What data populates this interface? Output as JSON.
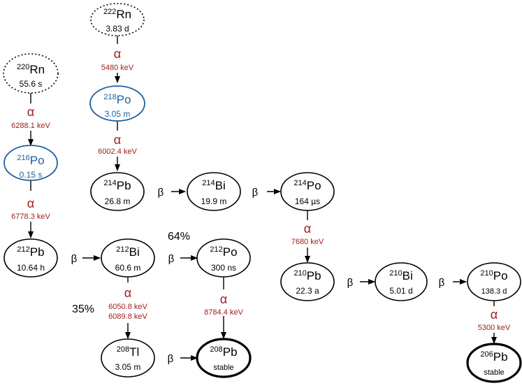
{
  "nuclides": {
    "rn220": {
      "mass": "220",
      "symbol": "Rn",
      "half_life": "55.6 s"
    },
    "po216": {
      "mass": "216",
      "symbol": "Po",
      "half_life": "0.15 s"
    },
    "pb212": {
      "mass": "212",
      "symbol": "Pb",
      "half_life": "10.64 h"
    },
    "bi212": {
      "mass": "212",
      "symbol": "Bi",
      "half_life": "60.6 m"
    },
    "po212": {
      "mass": "212",
      "symbol": "Po",
      "half_life": "300 ns"
    },
    "tl208": {
      "mass": "208",
      "symbol": "Tl",
      "half_life": "3.05 m"
    },
    "pb208": {
      "mass": "208",
      "symbol": "Pb",
      "half_life": "stable"
    },
    "rn222": {
      "mass": "222",
      "symbol": "Rn",
      "half_life": "3.83 d"
    },
    "po218": {
      "mass": "218",
      "symbol": "Po",
      "half_life": "3.05 m"
    },
    "pb214": {
      "mass": "214",
      "symbol": "Pb",
      "half_life": "26.8 m"
    },
    "bi214": {
      "mass": "214",
      "symbol": "Bi",
      "half_life": "19.9 m"
    },
    "po214": {
      "mass": "214",
      "symbol": "Po",
      "half_life": "164 µs"
    },
    "pb210": {
      "mass": "210",
      "symbol": "Pb",
      "half_life": "22.3 a"
    },
    "bi210": {
      "mass": "210",
      "symbol": "Bi",
      "half_life": "5.01 d"
    },
    "po210": {
      "mass": "210",
      "symbol": "Po",
      "half_life": "138.3 d"
    },
    "pb206": {
      "mass": "206",
      "symbol": "Pb",
      "half_life": "stable"
    }
  },
  "decays": {
    "alpha_symbol": "α",
    "beta_symbol": "β",
    "rn220_po216": "6288.1 keV",
    "po216_pb212": "6778.3 keV",
    "bi212_tl208_a": "6050.8 keV",
    "bi212_tl208_b": "6089.8 keV",
    "po212_pb208": "8784.4 keV",
    "rn222_po218": "5480 keV",
    "po218_pb214": "6002.4 keV",
    "po214_pb210": "7680 keV",
    "po210_pb206": "5300 keV"
  },
  "branching": {
    "beta_branch": "64%",
    "alpha_branch": "35%"
  },
  "colors": {
    "alpha": "#a01e1e",
    "highlight": "#1f5fa0",
    "default": "#000000"
  }
}
